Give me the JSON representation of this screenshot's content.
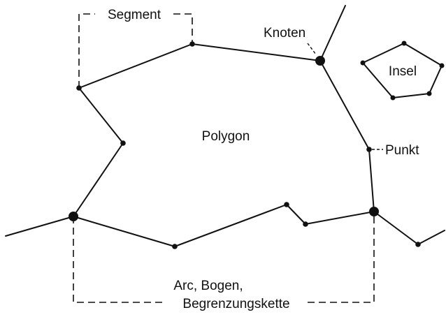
{
  "labels": {
    "segment": "Segment",
    "knoten": "Knoten",
    "insel": "Insel",
    "polygon": "Polygon",
    "punkt": "Punkt",
    "arc_line1": "Arc, Bogen,",
    "arc_line2": "Begrenzungskette"
  },
  "colors": {
    "line": "#111111",
    "background": "#ffffff"
  }
}
